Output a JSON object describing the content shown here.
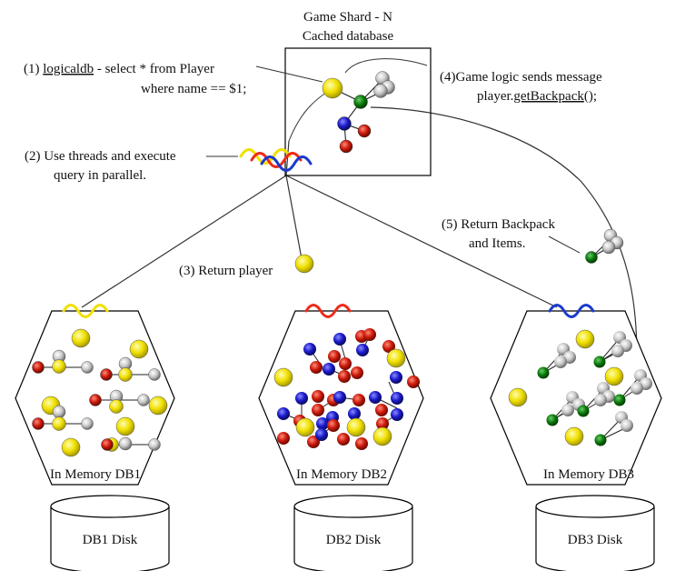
{
  "shard": {
    "title": "Game Shard - N",
    "subtitle": "Cached database"
  },
  "annotations": {
    "step1_prefix": "(1) ",
    "step1_underlined": "logicaldb",
    "step1_rest": " - select * from Player",
    "step1_line2": "where name == $1;",
    "step2_line1": "(2) Use threads and execute",
    "step2_line2": "query in parallel.",
    "step3": "(3) Return player",
    "step4_line1": "(4)Game logic sends message",
    "step4_prefix": "player.",
    "step4_underlined": "getBackpack",
    "step4_suffix": "();",
    "step5_line1": "(5) Return Backpack",
    "step5_line2": "and Items."
  },
  "memory_dbs": [
    {
      "label": "In Memory DB1"
    },
    {
      "label": "In Memory DB2"
    },
    {
      "label": "In Memory DB3"
    }
  ],
  "disks": [
    {
      "label": "DB1 Disk"
    },
    {
      "label": "DB2 Disk"
    },
    {
      "label": "DB3 Disk"
    }
  ],
  "colors": {
    "player": "#f0e000",
    "item": "#c8c8c8",
    "red": "#cc1a0a",
    "blue": "#1a1acc",
    "green": "#0a7a0a",
    "wave_yellow": "#f0e000",
    "wave_red": "#ee2a1a",
    "wave_blue": "#1a3acc"
  }
}
